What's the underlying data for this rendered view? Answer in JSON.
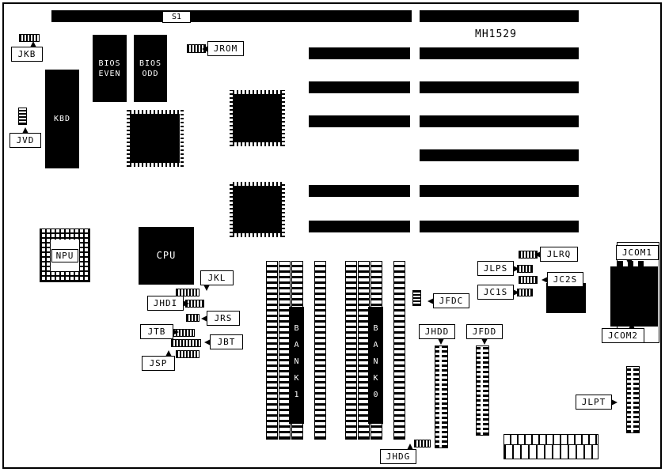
{
  "board": {
    "model": "MH1529",
    "switch_label": "S1"
  },
  "chips": {
    "kbd": "KBD",
    "bios_even": "BIOS\nEVEN",
    "bios_odd": "BIOS\nODD",
    "cpu": "CPU",
    "npu": "NPU"
  },
  "banks": {
    "bank1": "BANK1",
    "bank0": "BANK0"
  },
  "connectors": {
    "jkb": "JKB",
    "jvd": "JVD",
    "jrom": "JROM",
    "jkl": "JKL",
    "jhdi": "JHDI",
    "jrs": "JRS",
    "jtb": "JTB",
    "jbt": "JBT",
    "jsp": "JSP",
    "jfdc": "JFDC",
    "jhdd": "JHDD",
    "jfdd": "JFDD",
    "jhdg": "JHDG",
    "jlrq": "JLRQ",
    "jlps": "JLPS",
    "jc2s": "JC2S",
    "jc1s": "JC1S",
    "jcom1": "JCOM1",
    "jcom2": "JCOM2",
    "jlpt": "JLPT"
  }
}
